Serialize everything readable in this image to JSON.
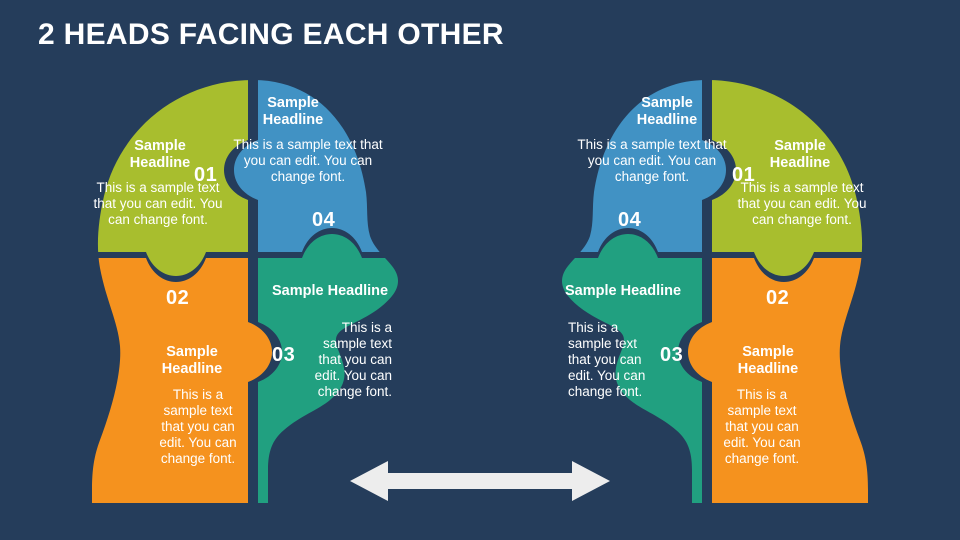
{
  "slide": {
    "title": "2 HEADS FACING EACH OTHER",
    "background_color": "#253D5B"
  },
  "palette": {
    "olive": "#A8BE2E",
    "blue": "#4192C4",
    "teal": "#21A080",
    "orange": "#F5921E",
    "navy": "#253D5B",
    "outline": "#253D5B",
    "text": "#FFFFFF",
    "arrow": "#EDEDED"
  },
  "text_defaults": {
    "headline": "Sample Headline",
    "body": "This is a sample text that you can edit. You can change font."
  },
  "heads": [
    {
      "id": "left-head",
      "facing": "right",
      "pieces": [
        {
          "id": "left-piece-olive",
          "number": "02",
          "number_owner": "left-piece-orange",
          "color": "olive",
          "headline": "Sample Headline",
          "body": "This is a sample text that you can edit. You can change font.",
          "align": "center"
        },
        {
          "id": "left-piece-blue",
          "number": "01",
          "number_owner": "left-piece-olive",
          "color": "blue",
          "headline": "Sample Headline",
          "body": "This is a sample text that you can edit. You can change font.",
          "align": "center"
        },
        {
          "id": "left-piece-orange",
          "number": "03",
          "number_owner": "left-piece-teal",
          "color": "orange",
          "headline": "Sample Headline",
          "body": "This is a sample text that you can edit. You can change font.",
          "align": "center"
        },
        {
          "id": "left-piece-teal",
          "number": "04",
          "number_owner": "left-piece-blue",
          "color": "teal",
          "headline": "Sample Headline",
          "body": "This is a sample text that you can edit. You can change font.",
          "align": "right"
        }
      ],
      "numbers": [
        "01",
        "02",
        "03",
        "04"
      ]
    },
    {
      "id": "right-head",
      "facing": "left",
      "pieces": [
        {
          "id": "right-piece-olive",
          "number": "02",
          "color": "olive",
          "headline": "Sample Headline",
          "body": "This is a sample text that you can edit. You can change font.",
          "align": "center"
        },
        {
          "id": "right-piece-blue",
          "number": "01",
          "color": "blue",
          "headline": "Sample Headline",
          "body": "This is a sample text that you can edit. You can change font.",
          "align": "center"
        },
        {
          "id": "right-piece-orange",
          "number": "03",
          "color": "orange",
          "headline": "Sample Headline",
          "body": "This is a sample text that you can edit. You can change font.",
          "align": "center"
        },
        {
          "id": "right-piece-teal",
          "number": "04",
          "color": "teal",
          "headline": "Sample Headline",
          "body": "This is a sample text that you can edit. You can change font.",
          "align": "left"
        }
      ],
      "numbers": [
        "01",
        "02",
        "03",
        "04"
      ]
    }
  ],
  "labels": {
    "left": {
      "olive_headline": "Sample Headline",
      "olive_body": "This is a sample text that you can edit. You can change font.",
      "blue_headline": "Sample Headline",
      "blue_body": "This is a sample text that you can edit. You can change font.",
      "orange_headline": "Sample Headline",
      "orange_body": "This is a sample text that you can edit. You can change font.",
      "teal_headline": "Sample Headline",
      "teal_body": "This is a sample text that you can edit. You can change font.",
      "num_01": "01",
      "num_02": "02",
      "num_03": "03",
      "num_04": "04"
    },
    "right": {
      "olive_headline": "Sample Headline",
      "olive_body": "This is a sample text that you can edit. You can change font.",
      "blue_headline": "Sample Headline",
      "blue_body": "This is a sample text that you can edit. You can change font.",
      "orange_headline": "Sample Headline",
      "orange_body": "This is a sample text that you can edit. You can change font.",
      "teal_headline": "Sample Headline",
      "teal_body": "This is a sample text that you can edit. You can change font.",
      "num_01": "01",
      "num_02": "02",
      "num_03": "03",
      "num_04": "04"
    }
  },
  "arrow": {
    "id": "double-arrow",
    "direction": "both",
    "color": "#EDEDED"
  }
}
